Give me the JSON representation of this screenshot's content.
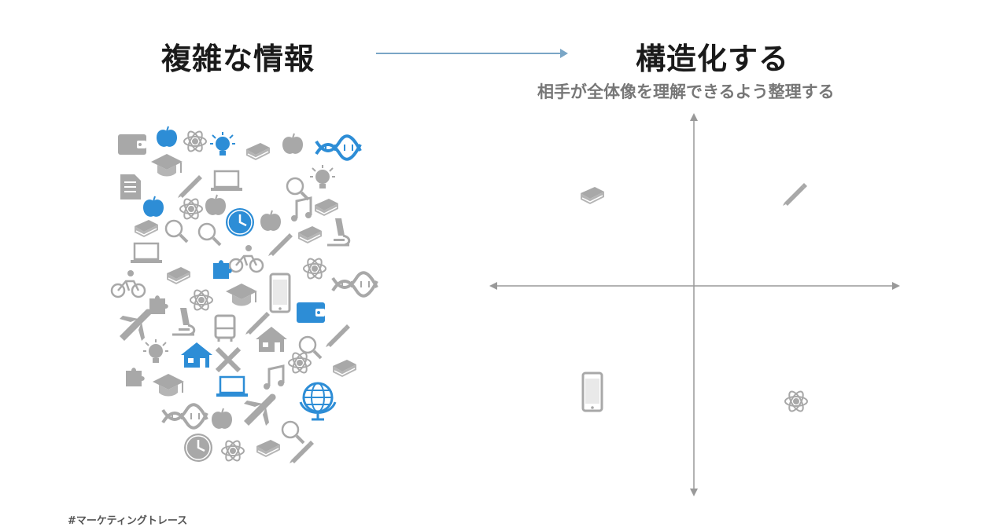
{
  "header": {
    "left_title": "複雑な情報",
    "right_title": "構造化する",
    "subtitle": "相手が全体像を理解できるよう整理する"
  },
  "footer": {
    "hashtag": "#マーケティングトレース"
  },
  "colors": {
    "icon_gray": "#a8a8a8",
    "icon_blue": "#2d8dd6",
    "arrow": "#7aa6c6",
    "axis": "#999999"
  },
  "icon_cluster": [
    "wallet-icon",
    "apple-icon",
    "atom-icon",
    "lightbulb-icon",
    "book-icon",
    "apple-icon",
    "dna-icon",
    "document-icon",
    "graduation-cap-icon",
    "pencil-icon",
    "laptop-icon",
    "magnifier-icon",
    "lightbulb-icon",
    "apple-icon",
    "atom-icon",
    "apple-icon",
    "clock-icon",
    "apple-icon",
    "music-note-icon",
    "book-icon",
    "book-icon",
    "magnifier-icon",
    "magnifier-icon",
    "apple-icon",
    "microscope-icon",
    "laptop-icon",
    "cyclist-icon",
    "atom-icon",
    "puzzle-icon",
    "book-icon",
    "phone-icon",
    "dna-icon",
    "cyclist-icon",
    "graduation-cap-icon",
    "wallet-icon",
    "atom-icon",
    "airplane-icon",
    "microscope-icon",
    "bus-icon",
    "house-icon",
    "pencil-icon",
    "lightbulb-icon",
    "house-icon",
    "tools-icon",
    "magnifier-icon",
    "atom-icon",
    "book-icon",
    "puzzle-icon",
    "graduation-cap-icon",
    "laptop-icon",
    "music-note-icon",
    "globe-icon",
    "dna-icon",
    "apple-icon",
    "airplane-icon",
    "clock-icon",
    "atom-icon",
    "book-icon",
    "magnifier-icon",
    "pencil-icon"
  ],
  "quadrants": [
    {
      "quadrant": "top-left",
      "icon": "book-icon"
    },
    {
      "quadrant": "top-right",
      "icon": "pencil-icon"
    },
    {
      "quadrant": "bottom-left",
      "icon": "phone-icon"
    },
    {
      "quadrant": "bottom-right",
      "icon": "atom-icon"
    }
  ]
}
